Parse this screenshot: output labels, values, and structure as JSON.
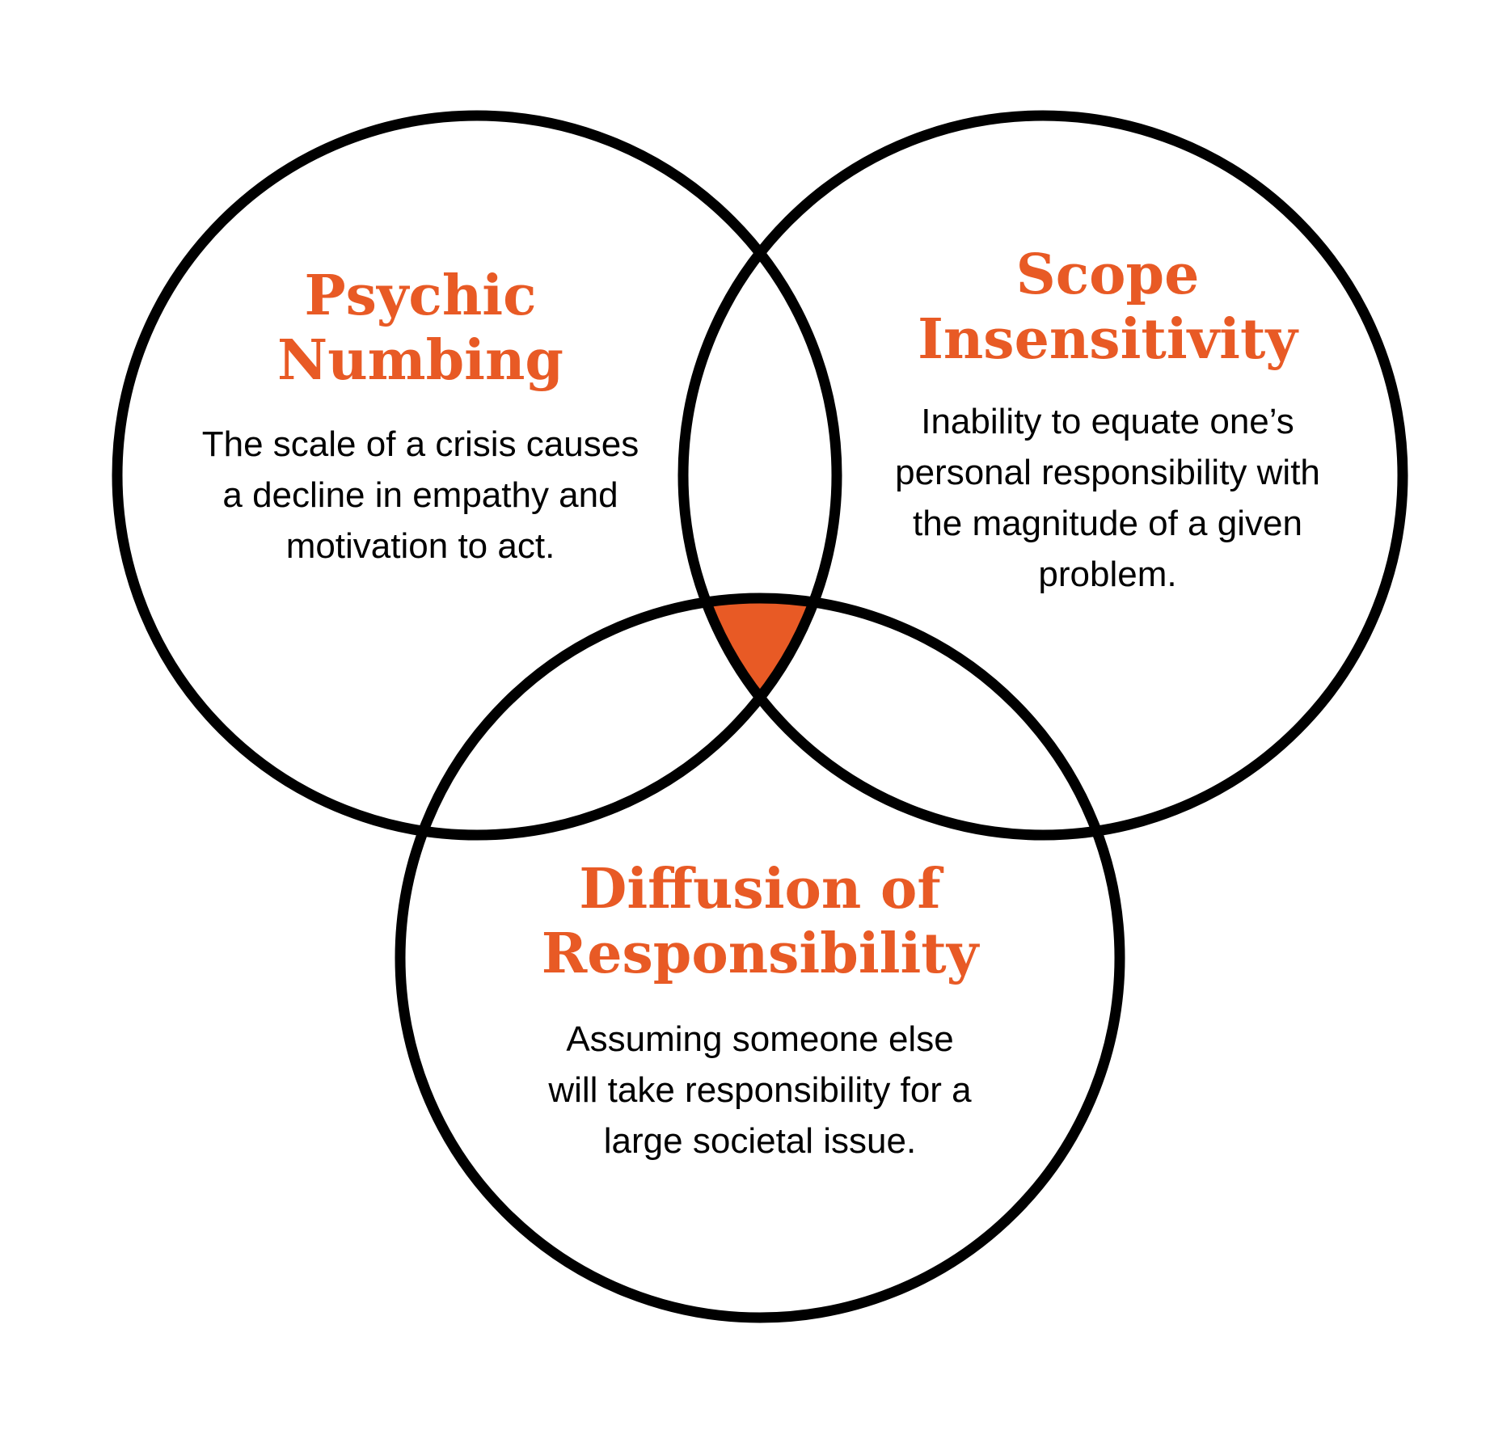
{
  "colors": {
    "accent": "#E85A25",
    "outline": "#000000",
    "text": "#000000",
    "background": "#FFFFFF"
  },
  "circles": [
    {
      "id": "psychic",
      "title": [
        "Psychic",
        "Numbing"
      ],
      "description": [
        "The scale of a crisis causes",
        "a decline in empathy and",
        "motivation to act."
      ]
    },
    {
      "id": "scope",
      "title": [
        "Scope",
        "Insensitivity"
      ],
      "description": [
        "Inability to equate one’s",
        "personal responsibility with",
        "the magnitude of a given",
        "problem."
      ]
    },
    {
      "id": "diffusion",
      "title": [
        "Diffusion of",
        "Responsibility"
      ],
      "description": [
        "Assuming someone else",
        "will take responsibility for a",
        "large societal issue."
      ]
    }
  ]
}
